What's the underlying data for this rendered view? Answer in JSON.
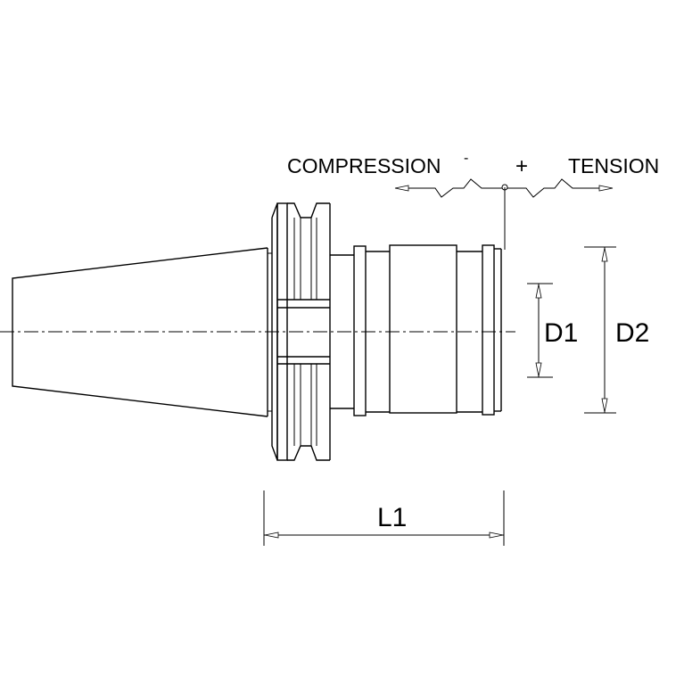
{
  "labels": {
    "compression": "COMPRESSION",
    "plus": "+",
    "tension": "TENSION",
    "minus": "-",
    "d1": "D1",
    "d2": "D2",
    "l1": "L1"
  }
}
